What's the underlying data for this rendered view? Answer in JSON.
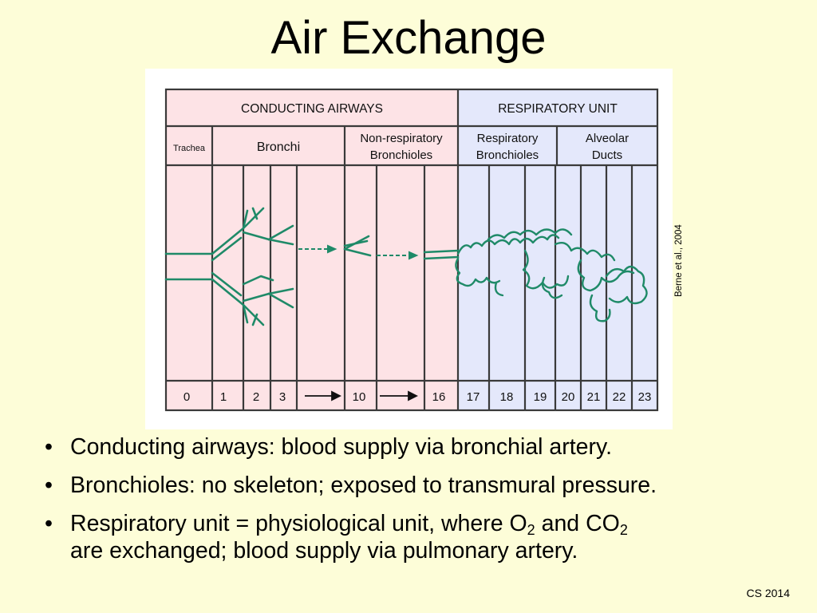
{
  "slide": {
    "title": "Air Exchange",
    "citation": "Berne et al., 2004",
    "footer": "CS 2014"
  },
  "diagram": {
    "sections": {
      "conducting": "CONDUCTING AIRWAYS",
      "respiratory": "RESPIRATORY UNIT"
    },
    "zones": {
      "trachea": "Trachea",
      "bronchi": "Bronchi",
      "nonresp_line1": "Non-respiratory",
      "nonresp_line2": "Bronchioles",
      "respbr_line1": "Respiratory",
      "respbr_line2": "Bronchioles",
      "alveolar_line1": "Alveolar",
      "alveolar_line2": "Ducts"
    },
    "generations": [
      "0",
      "1",
      "2",
      "3",
      "10",
      "16",
      "17",
      "18",
      "19",
      "20",
      "21",
      "22",
      "23"
    ],
    "colors": {
      "conducting_bg": "#fde3e6",
      "respiratory_bg": "#e4e8fb",
      "airway": "#1f8a68",
      "frame": "#3a3a3a"
    }
  },
  "bullets": {
    "b1": "Conducting airways: blood supply via bronchial artery.",
    "b2": "Bronchioles: no skeleton; exposed to transmural pressure.",
    "b3_part1": "Respiratory unit = physiological unit, where O",
    "b3_sub1": "2",
    "b3_part2": " and CO",
    "b3_sub2": "2",
    "b3_part3": "are exchanged; blood supply via pulmonary artery.",
    "bullet_char": "•"
  }
}
